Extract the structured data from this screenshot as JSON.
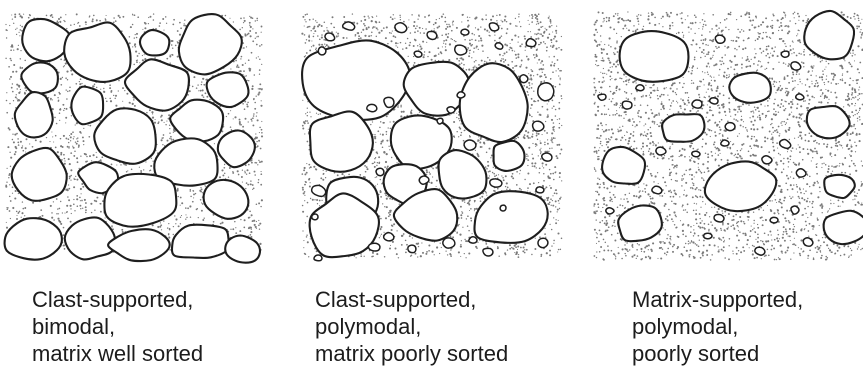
{
  "panels": [
    {
      "id": "clast-supported-bimodal",
      "caption_lines": [
        "Clast-supported,",
        "bimodal,",
        "matrix well sorted"
      ]
    },
    {
      "id": "clast-supported-polymodal",
      "caption_lines": [
        "Clast-supported,",
        "polymodal,",
        "matrix poorly sorted"
      ]
    },
    {
      "id": "matrix-supported-polymodal",
      "caption_lines": [
        "Matrix-supported,",
        "polymodal,",
        "poorly sorted"
      ]
    }
  ],
  "colors": {
    "matrix_stipple": "#7a7a7a",
    "clast_outline": "#1e1e1e",
    "clast_fill": "#ffffff",
    "text": "#1c1c1c"
  }
}
